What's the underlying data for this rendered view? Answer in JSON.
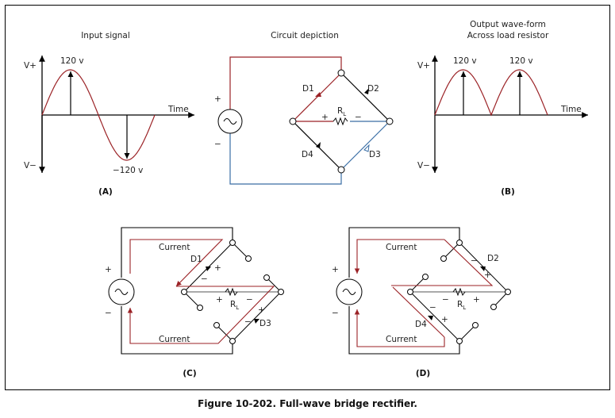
{
  "caption": "Figure 10-202. Full-wave bridge rectifier.",
  "panel_a": {
    "label": "(A)",
    "title": "Input signal",
    "v_plus": "V+",
    "v_minus": "V−",
    "time": "Time",
    "peak_pos": "120 v",
    "peak_neg": "−120 v"
  },
  "circuit": {
    "title": "Circuit depiction",
    "plus": "+",
    "minus": "−",
    "d1": "D1",
    "d2": "D2",
    "d3": "D3",
    "d4": "D4",
    "rl": "R",
    "rl_sub": "L",
    "rl_plus": "+",
    "rl_minus": "−"
  },
  "panel_b": {
    "label": "(B)",
    "title_line1": "Output wave-form",
    "title_line2": "Across load resistor",
    "v_plus": "V+",
    "v_minus": "V−",
    "time": "Time",
    "peak1": "120 v",
    "peak2": "120 v"
  },
  "panel_c": {
    "label": "(C)",
    "current_top": "Current",
    "current_bottom": "Current",
    "d1": "D1",
    "d3": "D3",
    "plus": "+",
    "minus": "−",
    "rl": "R",
    "rl_sub": "L"
  },
  "panel_d": {
    "label": "(D)",
    "current_top": "Current",
    "current_bottom": "Current",
    "d2": "D2",
    "d4": "D4",
    "plus": "+",
    "minus": "−",
    "rl": "R",
    "rl_sub": "L"
  },
  "colors": {
    "positive_path": "#9b2226",
    "negative_path": "#3a6ea5",
    "wire": "#000000"
  }
}
